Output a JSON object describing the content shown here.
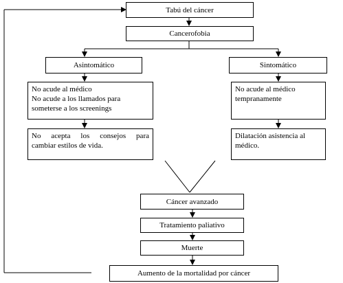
{
  "flowchart": {
    "tabu": "Tabú del cáncer",
    "cancerofobia": "Cancerofobia",
    "asintomatico": {
      "label": "Asintomático",
      "detail_lines": [
        "No acude al médico",
        "No acude a los llamados para",
        "someterse a los screenings"
      ],
      "advice_lines": [
        "No acepta los consejos para",
        "cambiar estilos de vida."
      ]
    },
    "sintomatico": {
      "label": "Sintomático",
      "detail_lines": [
        "No acude al médico",
        "tempranamente"
      ],
      "dilation_lines": [
        "Dilatación asistencia al",
        "médico."
      ]
    },
    "cancer_avanzado": "Cáncer avanzado",
    "tratamiento_paliativo": "Tratamiento paliativo",
    "muerte": "Muerte",
    "aumento": "Aumento de la mortalidad por cáncer"
  }
}
